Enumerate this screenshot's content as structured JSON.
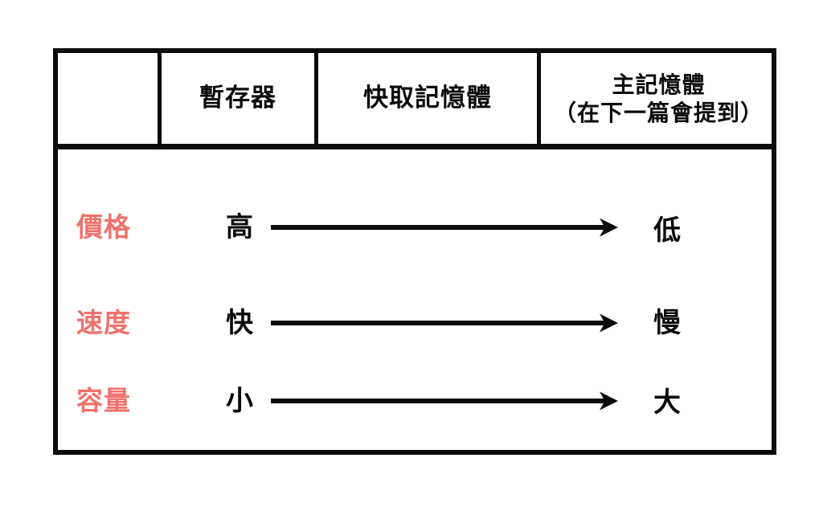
{
  "table": {
    "header": {
      "col0": "",
      "col1": "暫存器",
      "col2": "快取記憶體",
      "col3_line1": "主記憶體",
      "col3_line2": "（在下一篇會提到）"
    },
    "rows": [
      {
        "label": "價格",
        "left": "高",
        "right": "低"
      },
      {
        "label": "速度",
        "left": "快",
        "right": "慢"
      },
      {
        "label": "容量",
        "left": "小",
        "right": "大"
      }
    ]
  },
  "colors": {
    "accent": "#F0716C",
    "line": "#0B0B0B",
    "background": "#FFFFFF"
  }
}
